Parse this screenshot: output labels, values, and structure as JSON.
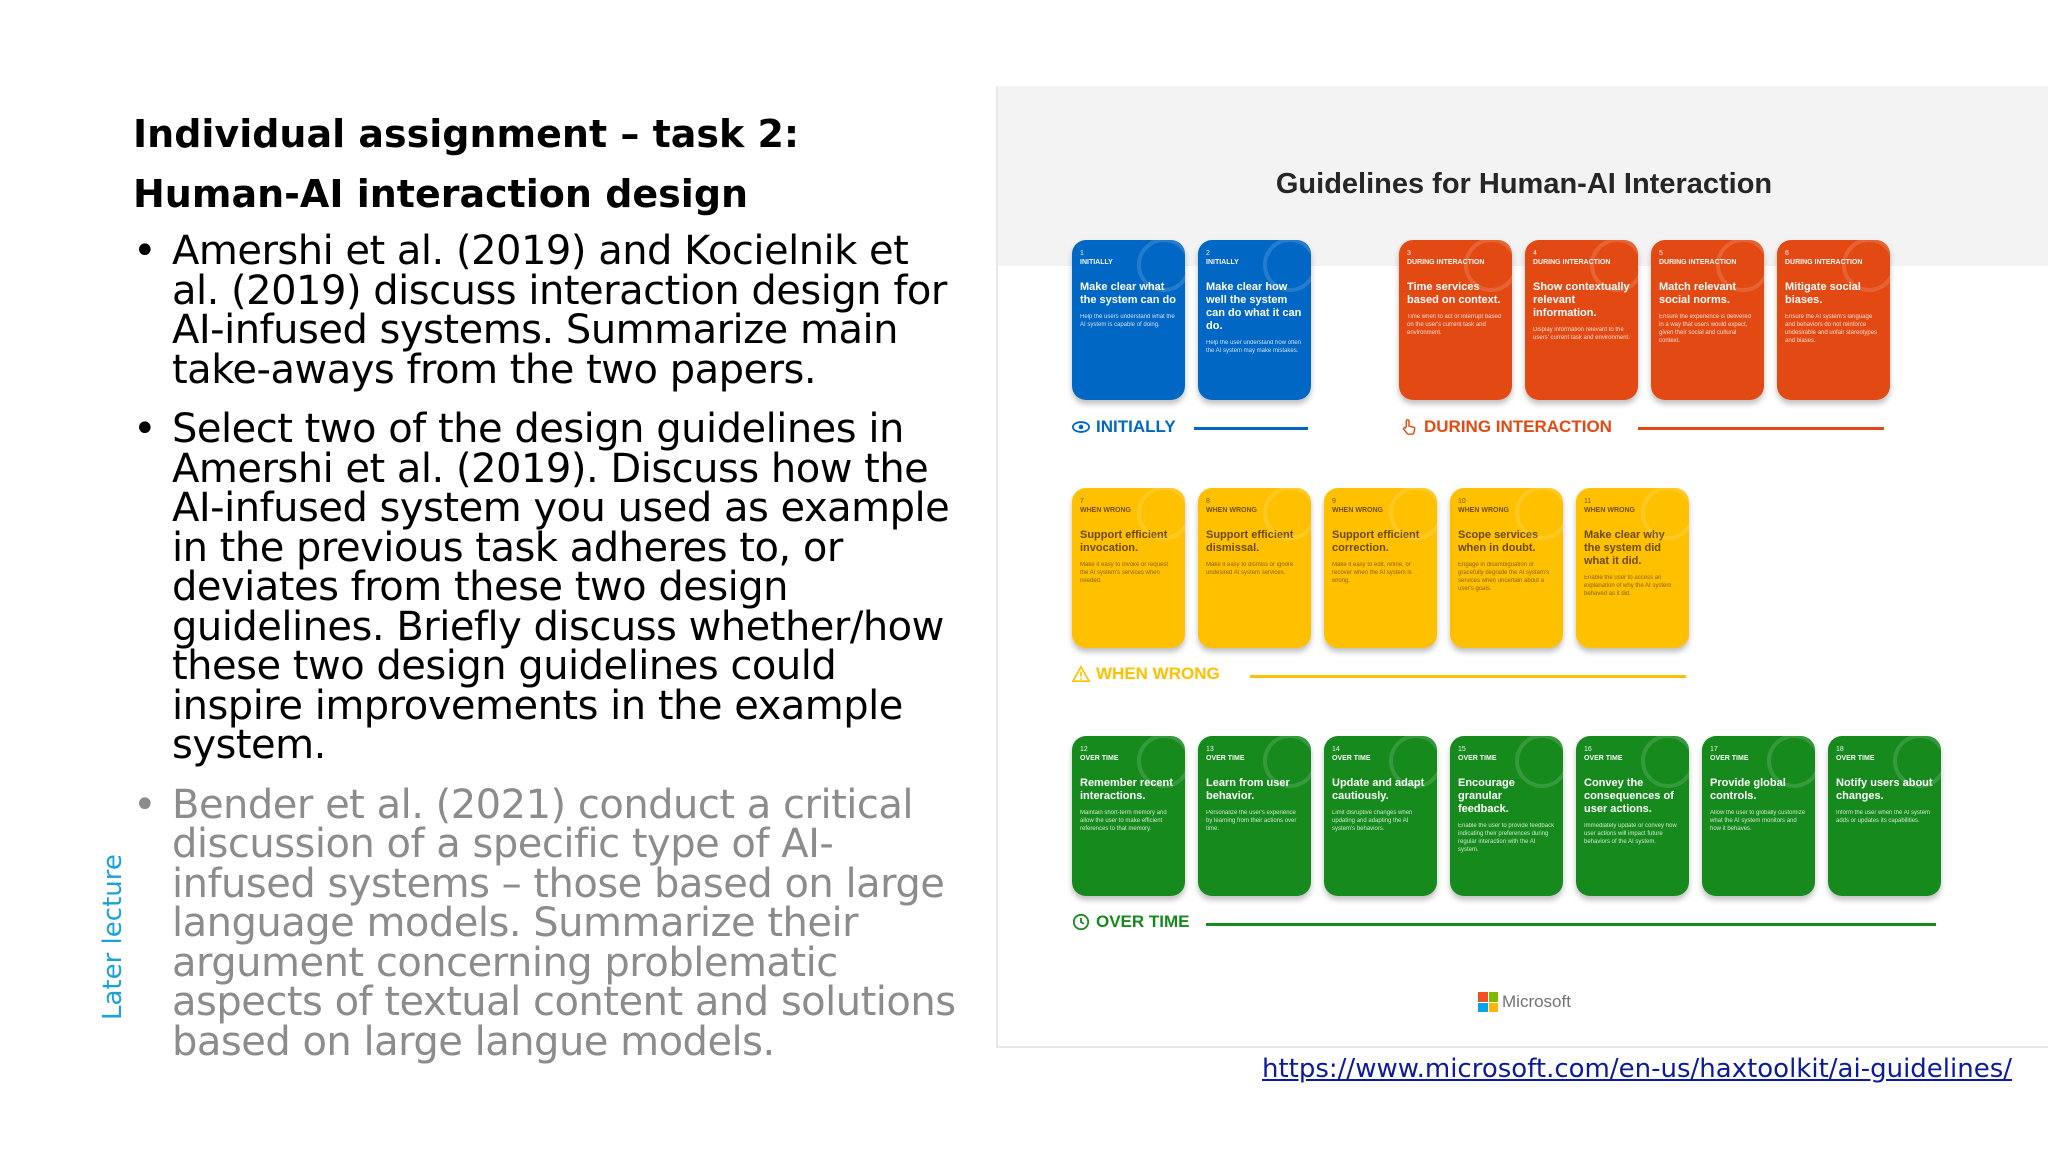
{
  "slide": {
    "title_line1": "Individual assignment – task 2:",
    "title_line2": "Human-AI interaction design",
    "bullets": [
      {
        "text": "Amershi et al. (2019) and Kocielnik et al. (2019) discuss interaction design for AI-infused systems. Summarize main take-aways from the two papers."
      },
      {
        "text": "Select two of the design guidelines in Amershi et al. (2019). Discuss how the AI-infused system you used as example in the previous task adheres to, or deviates from these two design guidelines. Briefly discuss whether/how these two design guidelines could inspire improvements in the example system."
      },
      {
        "text": "Bender et al. (2021) conduct a critical discussion of a specific type of AI-infused systems – those based on large language models. Summarize their argument concerning problematic aspects of textual content and solutions based on large langue models."
      }
    ],
    "bullet_symbol": "•",
    "side_label": "Later lecture",
    "link": "https://www.microsoft.com/en-us/haxtoolkit/ai-guidelines/"
  },
  "figure": {
    "title": "Guidelines for Human-AI Interaction",
    "brand": "Microsoft",
    "colors": {
      "initially": "#0067c5",
      "during": "#e34a13",
      "when_wrong": "#ffc000",
      "over_time": "#168a1d"
    },
    "sections": {
      "initially": "INITIALLY",
      "during": "DURING INTERACTION",
      "when_wrong": "WHEN WRONG",
      "over_time": "OVER TIME"
    },
    "cards": [
      {
        "num": "1",
        "phase": "INITIALLY",
        "title": "Make clear what the system can do",
        "desc": "Help the users understand what the AI system is capable of doing."
      },
      {
        "num": "2",
        "phase": "INITIALLY",
        "title": "Make clear how well the system can do what it can do.",
        "desc": "Help the user understand how often the AI system may make mistakes."
      },
      {
        "num": "3",
        "phase": "DURING INTERACTION",
        "title": "Time services based on context.",
        "desc": "Time when to act or interrupt based on the user's current task and environment."
      },
      {
        "num": "4",
        "phase": "DURING INTERACTION",
        "title": "Show contextually relevant information.",
        "desc": "Display information relevant to the users' current task and environment."
      },
      {
        "num": "5",
        "phase": "DURING INTERACTION",
        "title": "Match relevant social norms.",
        "desc": "Ensure the experience is delivered in a way that users would expect, given their social and cultural context."
      },
      {
        "num": "6",
        "phase": "DURING INTERACTION",
        "title": "Mitigate social biases.",
        "desc": "Ensure the AI system's language and behaviors do not reinforce undesirable and unfair stereotypes and biases."
      },
      {
        "num": "7",
        "phase": "WHEN WRONG",
        "title": "Support efficient invocation.",
        "desc": "Make it easy to invoke or request the AI system's services when needed."
      },
      {
        "num": "8",
        "phase": "WHEN WRONG",
        "title": "Support efficient dismissal.",
        "desc": "Make it easy to dismiss or ignore undesired AI system services."
      },
      {
        "num": "9",
        "phase": "WHEN WRONG",
        "title": "Support efficient correction.",
        "desc": "Make it easy to edit, refine, or recover when the AI system is wrong."
      },
      {
        "num": "10",
        "phase": "WHEN WRONG",
        "title": "Scope services when in doubt.",
        "desc": "Engage in disambiguation or gracefully degrade the AI system's services when uncertain about a user's goals."
      },
      {
        "num": "11",
        "phase": "WHEN WRONG",
        "title": "Make clear why the system did what it did.",
        "desc": "Enable the user to access an explanation of why the AI system behaved as it did."
      },
      {
        "num": "12",
        "phase": "OVER TIME",
        "title": "Remember recent interactions.",
        "desc": "Maintain short-term memory and allow the user to make efficient references to that memory."
      },
      {
        "num": "13",
        "phase": "OVER TIME",
        "title": "Learn from user behavior.",
        "desc": "Personalize the user's experience by learning from their actions over time."
      },
      {
        "num": "14",
        "phase": "OVER TIME",
        "title": "Update and adapt cautiously.",
        "desc": "Limit disruptive changes when updating and adapting the AI system's behaviors."
      },
      {
        "num": "15",
        "phase": "OVER TIME",
        "title": "Encourage granular feedback.",
        "desc": "Enable the user to provide feedback indicating their preferences during regular interaction with the AI system."
      },
      {
        "num": "16",
        "phase": "OVER TIME",
        "title": "Convey the consequences of user actions.",
        "desc": "Immediately update or convey how user actions will impact future behaviors of the AI system."
      },
      {
        "num": "17",
        "phase": "OVER TIME",
        "title": "Provide global controls.",
        "desc": "Allow the user to globally customize what the AI system monitors and how it behaves."
      },
      {
        "num": "18",
        "phase": "OVER TIME",
        "title": "Notify users about changes.",
        "desc": "Inform the user when the AI system adds or updates its capabilities."
      }
    ]
  }
}
